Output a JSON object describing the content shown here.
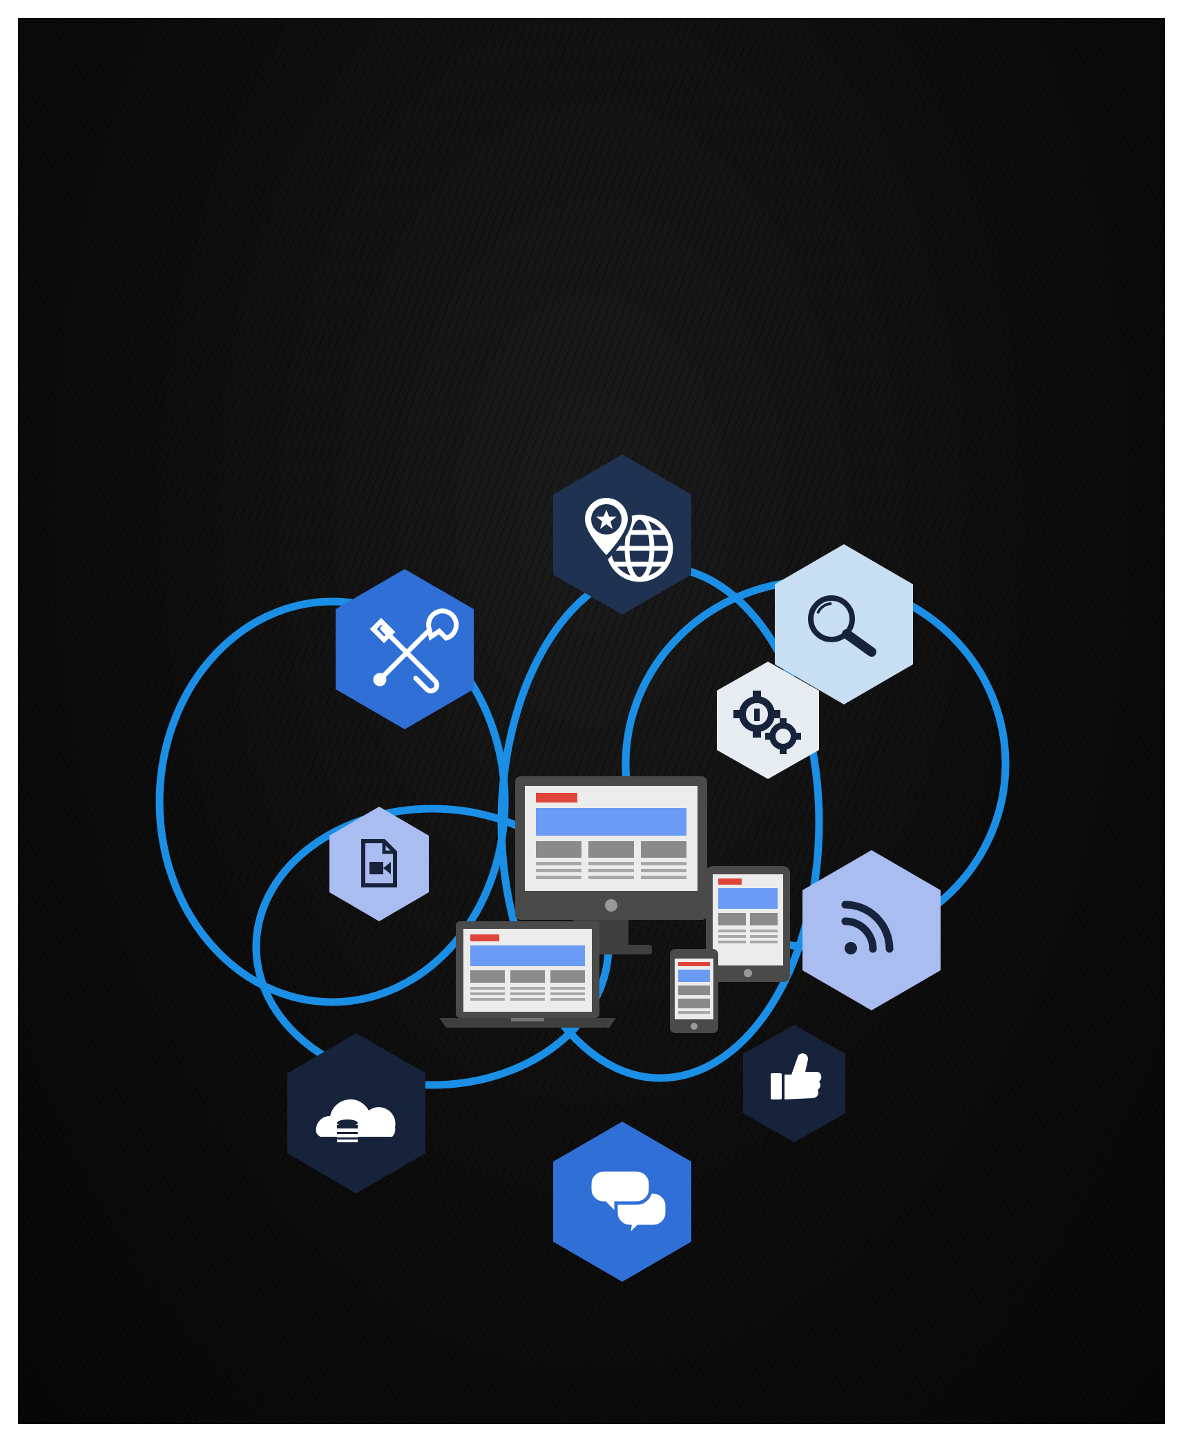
{
  "background": {
    "color": "#0a0a0a",
    "frame": "#ffffff"
  },
  "colors": {
    "ring": "#1b8fe6",
    "hex_navy": "#1f3251",
    "hex_dark": "#16233b",
    "hex_blue": "#2f6fd6",
    "hex_light": "#c8def3",
    "hex_periwinkle": "#a9bdf0",
    "hex_pale": "#e6ecf2",
    "device_gray": "#4a4a4a",
    "screen_blue": "#6b9bf5",
    "screen_red": "#e0453a"
  },
  "nodes": [
    {
      "icon": "globe-location-icon"
    },
    {
      "icon": "search-icon"
    },
    {
      "icon": "settings-gears-icon"
    },
    {
      "icon": "tools-icon"
    },
    {
      "icon": "video-file-icon"
    },
    {
      "icon": "rss-icon"
    },
    {
      "icon": "cloud-database-icon"
    },
    {
      "icon": "thumbs-up-icon"
    },
    {
      "icon": "chat-bubbles-icon"
    }
  ],
  "devices": [
    "desktop-monitor",
    "laptop",
    "tablet",
    "smartphone"
  ]
}
